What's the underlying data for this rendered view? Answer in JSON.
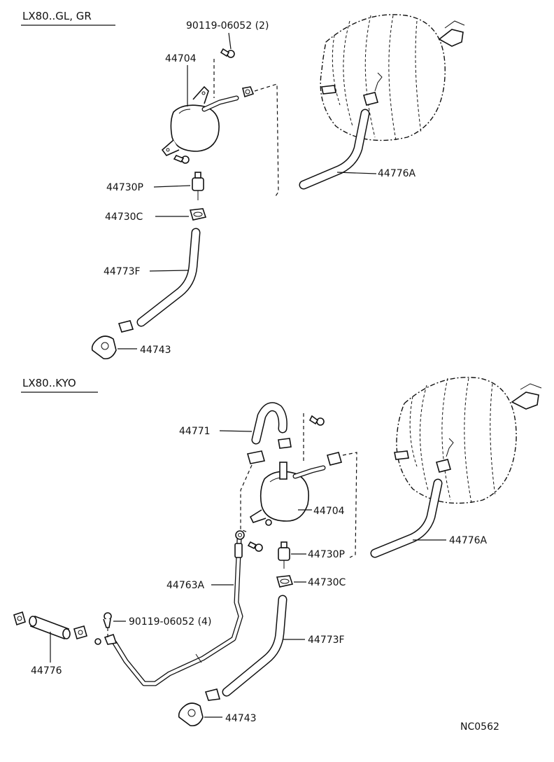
{
  "sections": {
    "top": {
      "header": "LX80..GL, GR"
    },
    "bottom": {
      "header": "LX80..KYO"
    }
  },
  "labels": {
    "top_bolt": "90119-06052 (2)",
    "top_tank": "44704",
    "top_plug": "44730P",
    "top_clamp": "44730C",
    "top_hose_f": "44773F",
    "top_check": "44743",
    "top_hose_a": "44776A",
    "bot_hose_bend": "44771",
    "bot_tank": "44704",
    "bot_plug": "44730P",
    "bot_clamp": "44730C",
    "bot_pipe": "44763A",
    "bot_bolt": "90119-06052 (4)",
    "bot_hose_short": "44776",
    "bot_hose_f": "44773F",
    "bot_check": "44743",
    "bot_hose_a": "44776A"
  },
  "figure_code": "NC0562"
}
